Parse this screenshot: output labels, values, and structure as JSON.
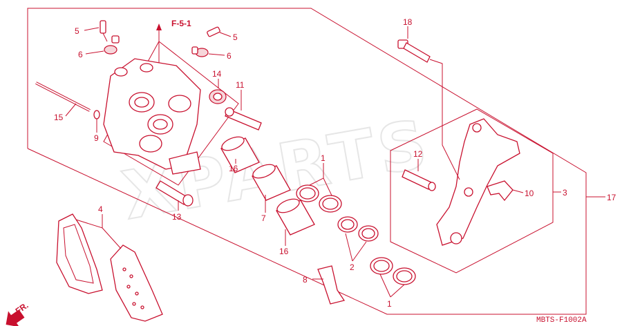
{
  "watermark": "XPARTS",
  "diagram_code": "MBTS-F1002A",
  "reference": "F-5-1",
  "front_marker": "FR.",
  "callouts": {
    "c1a": "1",
    "c1b": "1",
    "c2": "2",
    "c3": "3",
    "c4": "4",
    "c5a": "5",
    "c5b": "5",
    "c6a": "6",
    "c6b": "6",
    "c7": "7",
    "c8": "8",
    "c9": "9",
    "c10": "10",
    "c11": "11",
    "c12": "12",
    "c13": "13",
    "c14": "14",
    "c15": "15",
    "c16a": "16",
    "c16b": "16",
    "c17": "17",
    "c18": "18"
  },
  "colors": {
    "line": "#c8102e",
    "watermark": "#e6e6e6"
  }
}
